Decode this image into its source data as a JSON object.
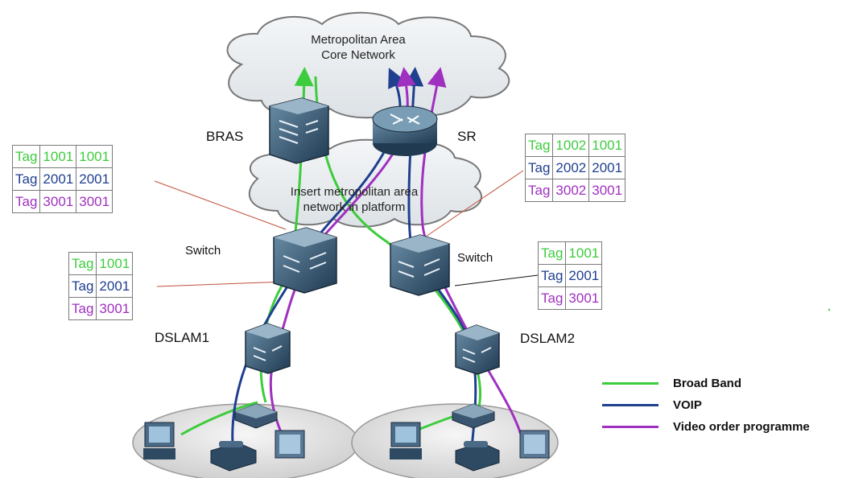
{
  "cloud_top": {
    "line1": "Metropolitan Area",
    "line2": "Core Network"
  },
  "cloud_mid": {
    "line1": "Insert metropolitan area",
    "line2": "network in platform"
  },
  "devices": {
    "bras": "BRAS",
    "sr": "SR",
    "switch_left": "Switch",
    "switch_right": "Switch",
    "dslam1": "DSLAM1",
    "dslam2": "DSLAM2"
  },
  "colors": {
    "broadband": "#3dcc3d",
    "voip": "#1f3f8f",
    "video": "#a030c0"
  },
  "tag_tables": {
    "upper_left": [
      {
        "tag": "Tag",
        "v1": "1001",
        "v2": "1001",
        "color": "#3dcc3d"
      },
      {
        "tag": "Tag",
        "v1": "2001",
        "v2": "2001",
        "color": "#1f3f8f"
      },
      {
        "tag": "Tag",
        "v1": "3001",
        "v2": "3001",
        "color": "#a030c0"
      }
    ],
    "upper_right": [
      {
        "tag": "Tag",
        "v1": "1002",
        "v2": "1001",
        "color": "#3dcc3d"
      },
      {
        "tag": "Tag",
        "v1": "2002",
        "v2": "2001",
        "color": "#1f3f8f"
      },
      {
        "tag": "Tag",
        "v1": "3002",
        "v2": "3001",
        "color": "#a030c0"
      }
    ],
    "mid_left": [
      {
        "tag": "Tag",
        "v1": "1001",
        "color": "#3dcc3d"
      },
      {
        "tag": "Tag",
        "v1": "2001",
        "color": "#1f3f8f"
      },
      {
        "tag": "Tag",
        "v1": "3001",
        "color": "#a030c0"
      }
    ],
    "mid_right": [
      {
        "tag": "Tag",
        "v1": "1001",
        "color": "#3dcc3d"
      },
      {
        "tag": "Tag",
        "v1": "2001",
        "color": "#1f3f8f"
      },
      {
        "tag": "Tag",
        "v1": "3001",
        "color": "#a030c0"
      }
    ]
  },
  "legend": [
    {
      "label": "Broad Band",
      "color": "#3dcc3d"
    },
    {
      "label": "VOIP",
      "color": "#1f3f8f"
    },
    {
      "label": "Video order programme",
      "color": "#a030c0"
    }
  ],
  "icons": [
    "cloud-icon",
    "router-icon",
    "switch-icon",
    "dslam-icon",
    "pc-icon",
    "phone-icon",
    "tv-icon"
  ]
}
